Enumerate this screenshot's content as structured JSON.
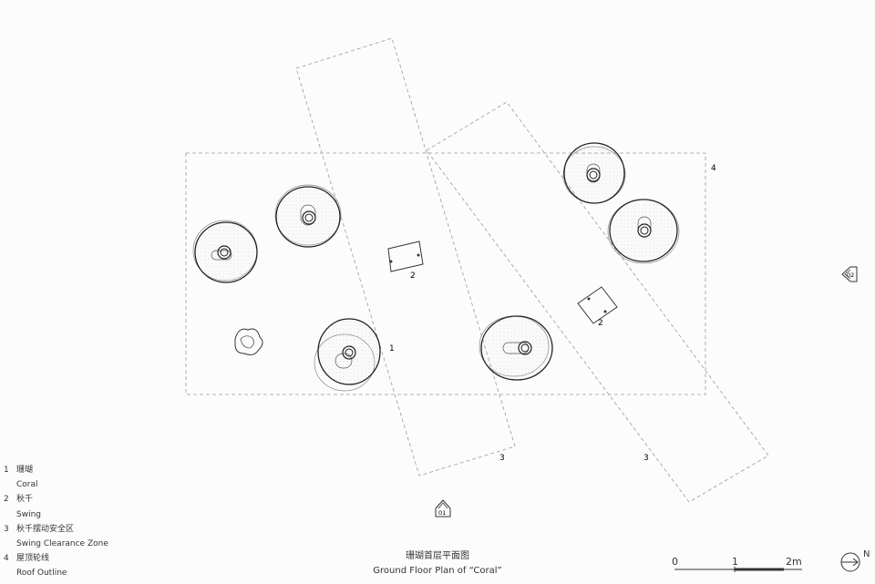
{
  "drawing": {
    "title_cn": "珊瑚首层平面图",
    "title_en": "Ground Floor Plan of  “Coral”"
  },
  "legend": [
    {
      "num": "1",
      "cn": "珊瑚",
      "en": "Coral"
    },
    {
      "num": "2",
      "cn": "秋千",
      "en": "Swing"
    },
    {
      "num": "3",
      "cn": "秋千摆动安全区",
      "en": "Swing Clearance Zone"
    },
    {
      "num": "4",
      "cn": "屋顶轮线",
      "en": "Roof Outline"
    }
  ],
  "callouts": {
    "coral": "1",
    "swing_left": "2",
    "swing_right": "2",
    "zone_left": "3",
    "zone_right": "3",
    "roof": "4"
  },
  "section_markers": {
    "south": "01",
    "east": "02"
  },
  "scale_bar": {
    "ticks": [
      "0",
      "1",
      "2m"
    ]
  },
  "north_arrow": {
    "label": "N"
  },
  "colors": {
    "line": "#2a2a2a",
    "dashed": "#9a9a9a",
    "hatch": "#cfcfcf"
  }
}
